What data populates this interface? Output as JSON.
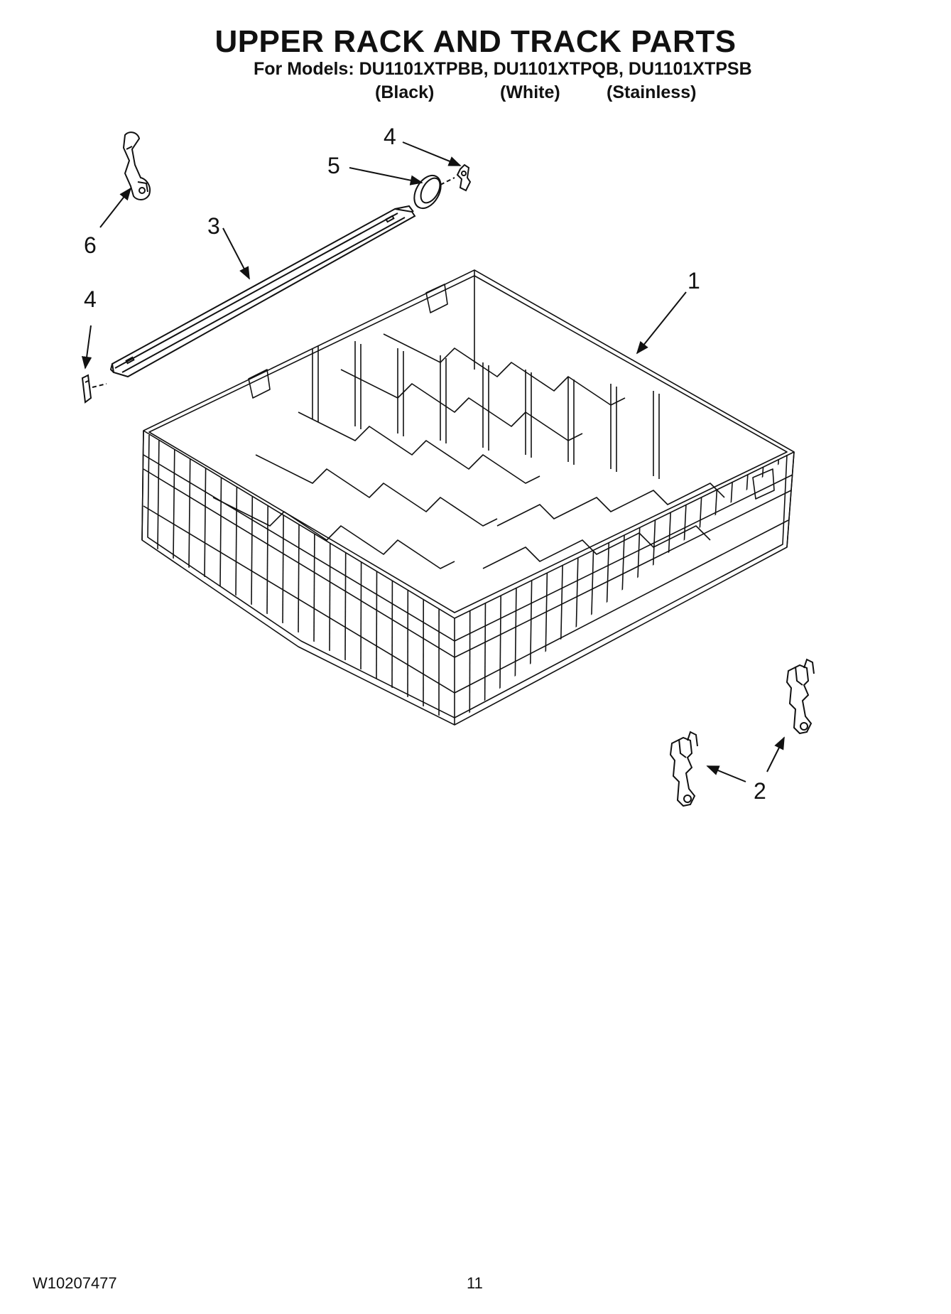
{
  "header": {
    "title": "UPPER RACK AND TRACK PARTS",
    "models_line": "For Models: DU1101XTPBB, DU1101XTPQB, DU1101XTPSB",
    "color_black": "(Black)",
    "color_white": "(White)",
    "color_stainless": "(Stainless)"
  },
  "callouts": {
    "c1": "1",
    "c2": "2",
    "c3": "3",
    "c4_top": "4",
    "c4_left": "4",
    "c5": "5",
    "c6": "6"
  },
  "footer": {
    "doc_number": "W10207477",
    "page_number": "11"
  }
}
